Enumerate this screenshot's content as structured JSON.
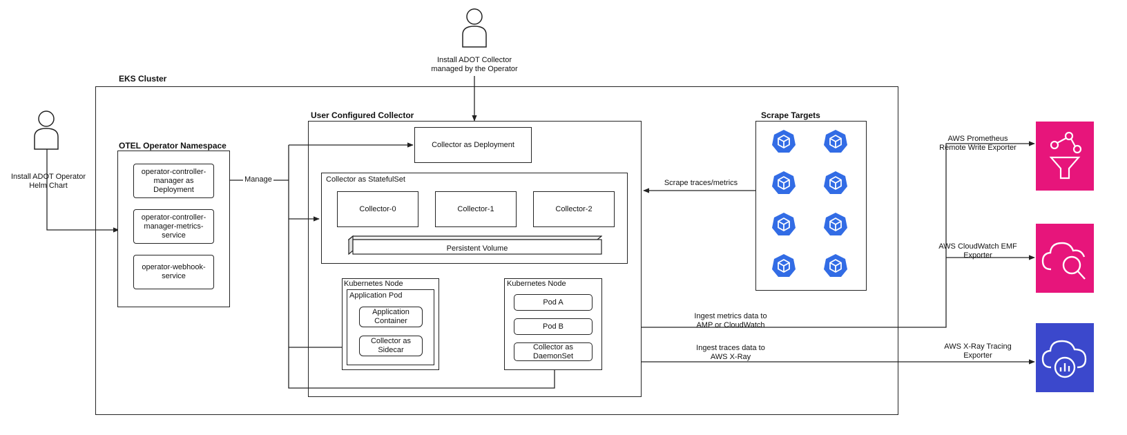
{
  "users": {
    "install_operator": "Install ADOT Operator\nHelm Chart",
    "install_collector": "Install ADOT Collector\nmanaged by the Operator"
  },
  "eks_cluster": {
    "title": "EKS Cluster"
  },
  "otel_namespace": {
    "title": "OTEL Operator Namespace",
    "items": [
      "operator-controller-manager as Deployment",
      "operator-controller-manager-metrics-service",
      "operator-webhook-service"
    ],
    "manage_label": "Manage"
  },
  "user_collector": {
    "title": "User Configured Collector",
    "deployment": "Collector as Deployment",
    "statefulset": {
      "title": "Collector as StatefulSet",
      "collectors": [
        "Collector-0",
        "Collector-1",
        "Collector-2"
      ],
      "volume": "Persistent Volume"
    },
    "node_left": {
      "title": "Kubernetes Node",
      "pod_title": "Application Pod",
      "app_container": "Application Container",
      "sidecar": "Collector as Sidecar"
    },
    "node_right": {
      "title": "Kubernetes Node",
      "pods": [
        "Pod A",
        "Pod B"
      ],
      "daemonset": "Collector as DaemonSet"
    }
  },
  "scrape": {
    "title": "Scrape Targets",
    "edge_label": "Scrape traces/metrics",
    "icon": "kubernetes-pod-icon",
    "count": 8
  },
  "ingest": {
    "metrics": "Ingest metrics data to\nAMP or CloudWatch",
    "traces": "Ingest traces data to\nAWS X-Ray"
  },
  "exporters": [
    {
      "label": "AWS Prometheus\nRemote Write Exporter",
      "icon": "prometheus-icon",
      "color": "#E7157B"
    },
    {
      "label": "AWS CloudWatch EMF\nExporter",
      "icon": "cloudwatch-icon",
      "color": "#E7157B"
    },
    {
      "label": "AWS X-Ray Tracing\nExporter",
      "icon": "xray-icon",
      "color": "#3B48CC"
    }
  ],
  "colors": {
    "line": "#222222",
    "k8s_blue": "#326CE5"
  }
}
